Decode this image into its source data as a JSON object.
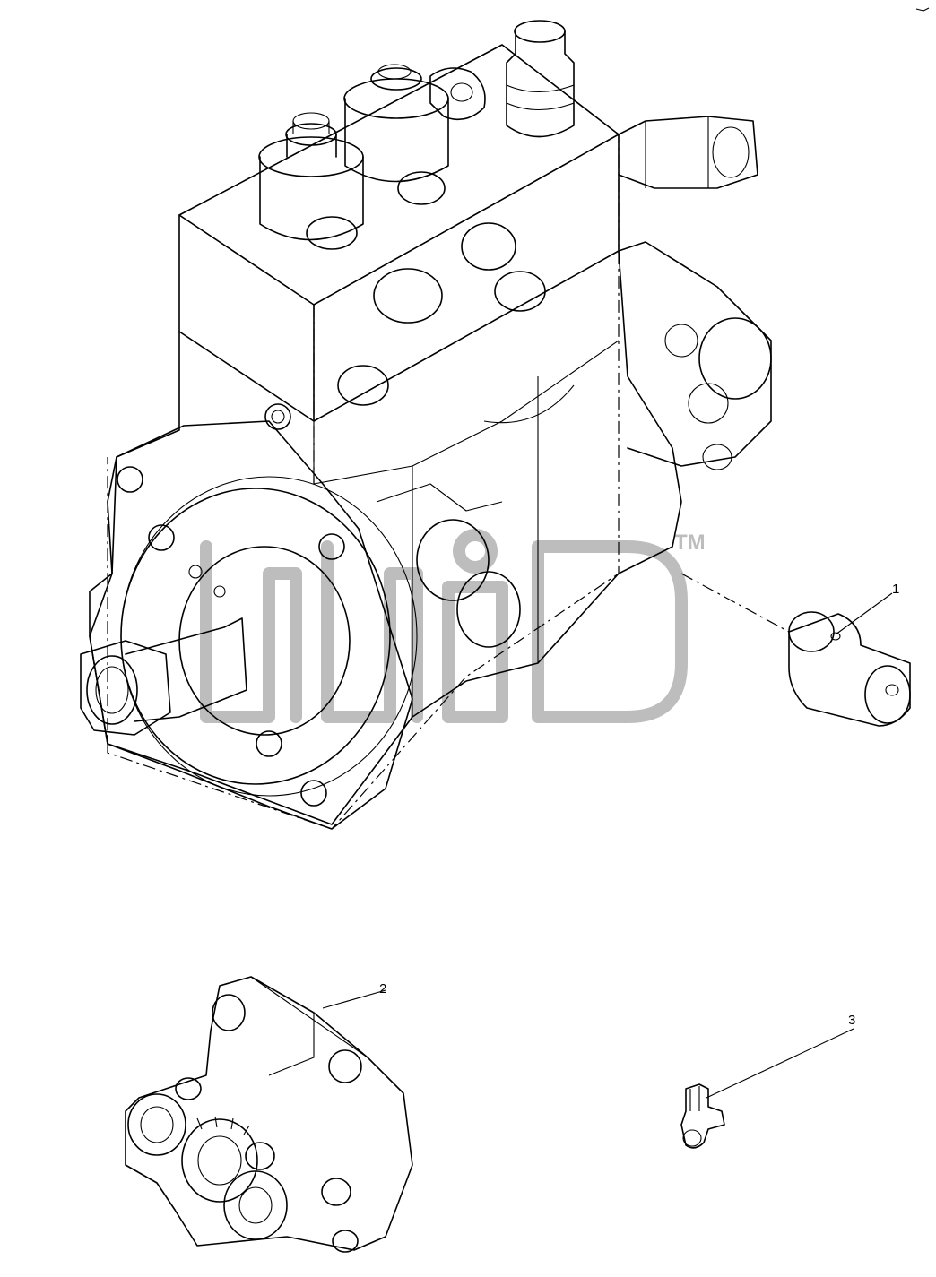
{
  "diagram": {
    "watermark": {
      "text": "TM"
    },
    "callouts": [
      {
        "id": "1",
        "label": "1"
      },
      {
        "id": "2",
        "label": "2"
      },
      {
        "id": "3",
        "label": "3"
      }
    ],
    "colors": {
      "line": "#000000",
      "watermark": "#bdbdbd",
      "background": "#ffffff"
    }
  }
}
